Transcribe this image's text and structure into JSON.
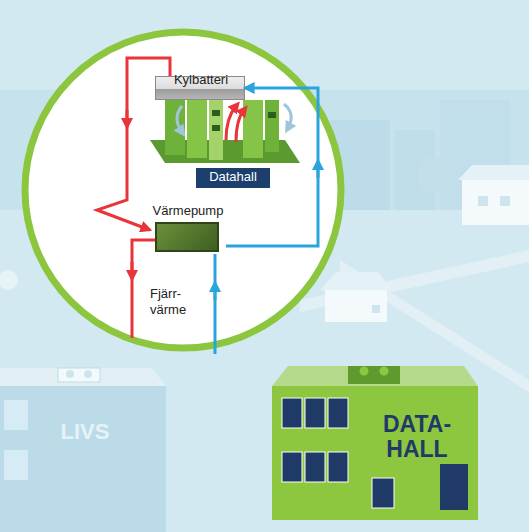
{
  "diagram": {
    "nodes": [
      {
        "text": [
          "Kylbatteri"
        ]
      },
      {
        "text": [
          "Datahall"
        ]
      },
      {
        "text": [
          "Värmepump"
        ]
      },
      {
        "text": [
          "LIVS"
        ]
      },
      {
        "text": [
          "DATA- HALL"
        ]
      }
    ],
    "edges": [
      {
        "from": 0,
        "to": 2,
        "arrow": "to"
      },
      {
        "from": 2,
        "to": 0,
        "arrow": "to"
      }
    ],
    "labels": [
      "Fjärr- värme"
    ]
  }
}
